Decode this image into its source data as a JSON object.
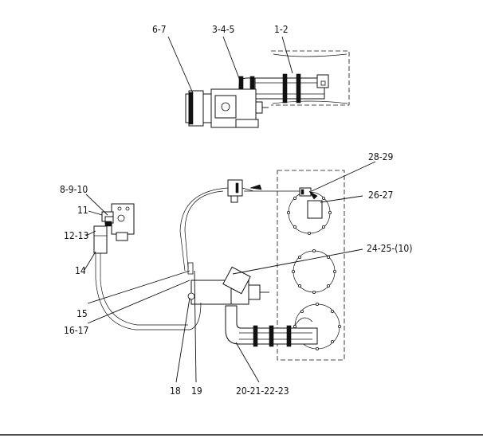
{
  "labels": {
    "l67": "6-7",
    "l345": "3-4-5",
    "l12": "1-2",
    "l2829": "28-29",
    "l2627": "26-27",
    "l8910": "8-9-10",
    "l11": "11",
    "l1213": "12-13",
    "l14": "14",
    "l242510": "24-25-(10)",
    "l15": "15",
    "l1617": "16-17",
    "l18": "18",
    "l19": "19",
    "l20212223": "20-21-22-23"
  }
}
